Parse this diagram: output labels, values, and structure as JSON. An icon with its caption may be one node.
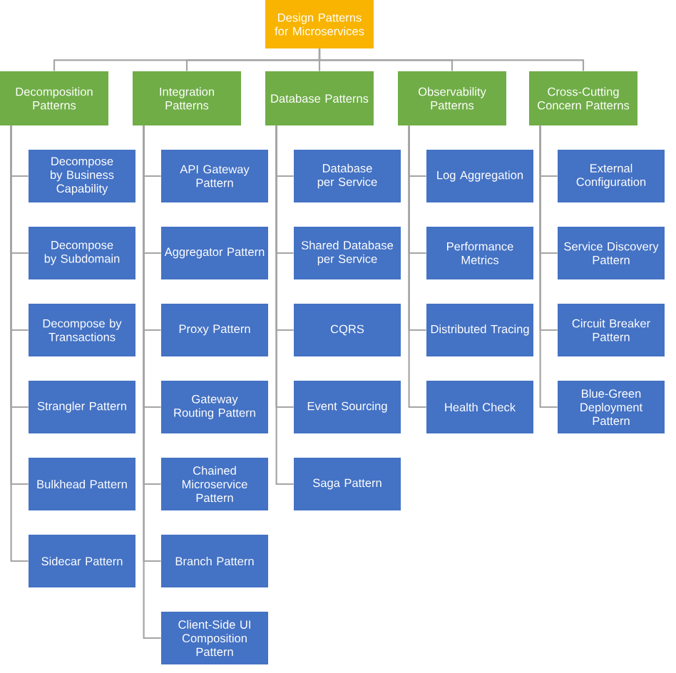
{
  "diagram": {
    "nodes": [
      {
        "text": [
          "Design Patterns for Microservices"
        ]
      },
      {
        "text": [
          "Decomposition Patterns"
        ]
      },
      {
        "text": [
          "Integration Patterns"
        ]
      },
      {
        "text": [
          "Database Patterns"
        ]
      },
      {
        "text": [
          "Observability Patterns"
        ]
      },
      {
        "text": [
          "Cross-Cutting Concern Patterns"
        ]
      },
      {
        "text": [
          "Decompose by Business Capability"
        ]
      },
      {
        "text": [
          "Decompose by Subdomain"
        ]
      },
      {
        "text": [
          "Decompose by Transactions"
        ]
      },
      {
        "text": [
          "Strangler Pattern"
        ]
      },
      {
        "text": [
          "Bulkhead Pattern"
        ]
      },
      {
        "text": [
          "Sidecar Pattern"
        ]
      },
      {
        "text": [
          "API Gateway Pattern"
        ]
      },
      {
        "text": [
          "Aggregator Pattern"
        ]
      },
      {
        "text": [
          "Proxy Pattern"
        ]
      },
      {
        "text": [
          "Gateway Routing Pattern"
        ]
      },
      {
        "text": [
          "Chained Microservice Pattern"
        ]
      },
      {
        "text": [
          "Branch Pattern"
        ]
      },
      {
        "text": [
          "Client-Side UI Composition Pattern"
        ]
      },
      {
        "text": [
          "Database per Service"
        ]
      },
      {
        "text": [
          "Shared Database per Service"
        ]
      },
      {
        "text": [
          "CQRS"
        ]
      },
      {
        "text": [
          "Event Sourcing"
        ]
      },
      {
        "text": [
          "Saga Pattern"
        ]
      },
      {
        "text": [
          "Log Aggregation"
        ]
      },
      {
        "text": [
          "Performance Metrics"
        ]
      },
      {
        "text": [
          "Distributed Tracing"
        ]
      },
      {
        "text": [
          "Health Check"
        ]
      },
      {
        "text": [
          "External Configuration"
        ]
      },
      {
        "text": [
          "Service Discovery Pattern"
        ]
      },
      {
        "text": [
          "Circuit Breaker Pattern"
        ]
      },
      {
        "text": [
          "Blue-Green Deployment Pattern"
        ]
      }
    ],
    "edges": [
      {
        "from": 0,
        "to": 1,
        "arrow": "none"
      },
      {
        "from": 0,
        "to": 2,
        "arrow": "none"
      },
      {
        "from": 0,
        "to": 3,
        "arrow": "none"
      },
      {
        "from": 0,
        "to": 4,
        "arrow": "none"
      },
      {
        "from": 0,
        "to": 5,
        "arrow": "none"
      },
      {
        "from": 1,
        "to": 6,
        "arrow": "none"
      },
      {
        "from": 1,
        "to": 7,
        "arrow": "none"
      },
      {
        "from": 1,
        "to": 8,
        "arrow": "none"
      },
      {
        "from": 1,
        "to": 9,
        "arrow": "none"
      },
      {
        "from": 1,
        "to": 10,
        "arrow": "none"
      },
      {
        "from": 1,
        "to": 11,
        "arrow": "none"
      },
      {
        "from": 2,
        "to": 12,
        "arrow": "none"
      },
      {
        "from": 2,
        "to": 13,
        "arrow": "none"
      },
      {
        "from": 2,
        "to": 14,
        "arrow": "none"
      },
      {
        "from": 2,
        "to": 15,
        "arrow": "none"
      },
      {
        "from": 2,
        "to": 16,
        "arrow": "none"
      },
      {
        "from": 2,
        "to": 17,
        "arrow": "none"
      },
      {
        "from": 2,
        "to": 18,
        "arrow": "none"
      },
      {
        "from": 3,
        "to": 19,
        "arrow": "none"
      },
      {
        "from": 3,
        "to": 20,
        "arrow": "none"
      },
      {
        "from": 3,
        "to": 21,
        "arrow": "none"
      },
      {
        "from": 3,
        "to": 22,
        "arrow": "none"
      },
      {
        "from": 3,
        "to": 23,
        "arrow": "none"
      },
      {
        "from": 4,
        "to": 24,
        "arrow": "none"
      },
      {
        "from": 4,
        "to": 25,
        "arrow": "none"
      },
      {
        "from": 4,
        "to": 26,
        "arrow": "none"
      },
      {
        "from": 4,
        "to": 27,
        "arrow": "none"
      },
      {
        "from": 5,
        "to": 28,
        "arrow": "none"
      },
      {
        "from": 5,
        "to": 29,
        "arrow": "none"
      },
      {
        "from": 5,
        "to": 30,
        "arrow": "none"
      },
      {
        "from": 5,
        "to": 31,
        "arrow": "none"
      }
    ]
  }
}
